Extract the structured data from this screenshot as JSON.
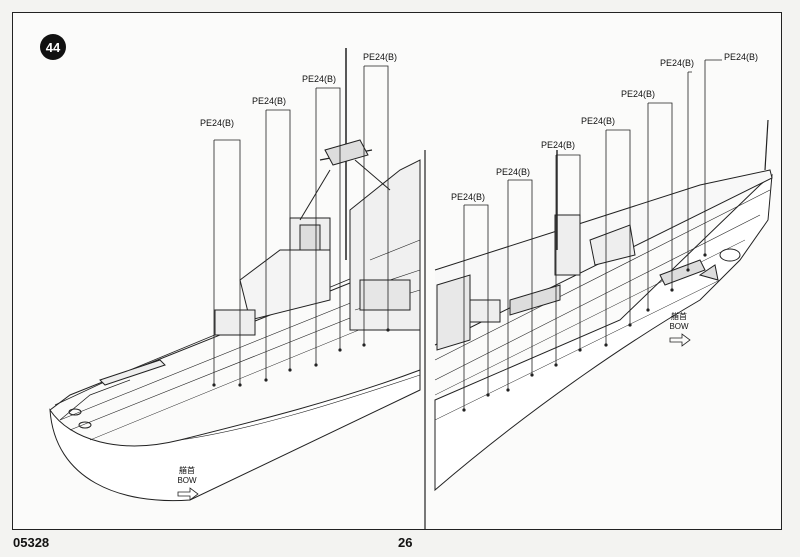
{
  "step_number": "44",
  "part_label": "PE24(B)",
  "bow_label_cn": "艏首",
  "bow_label_en": "BOW",
  "footer": {
    "model_code": "05328",
    "page_number": "26"
  }
}
